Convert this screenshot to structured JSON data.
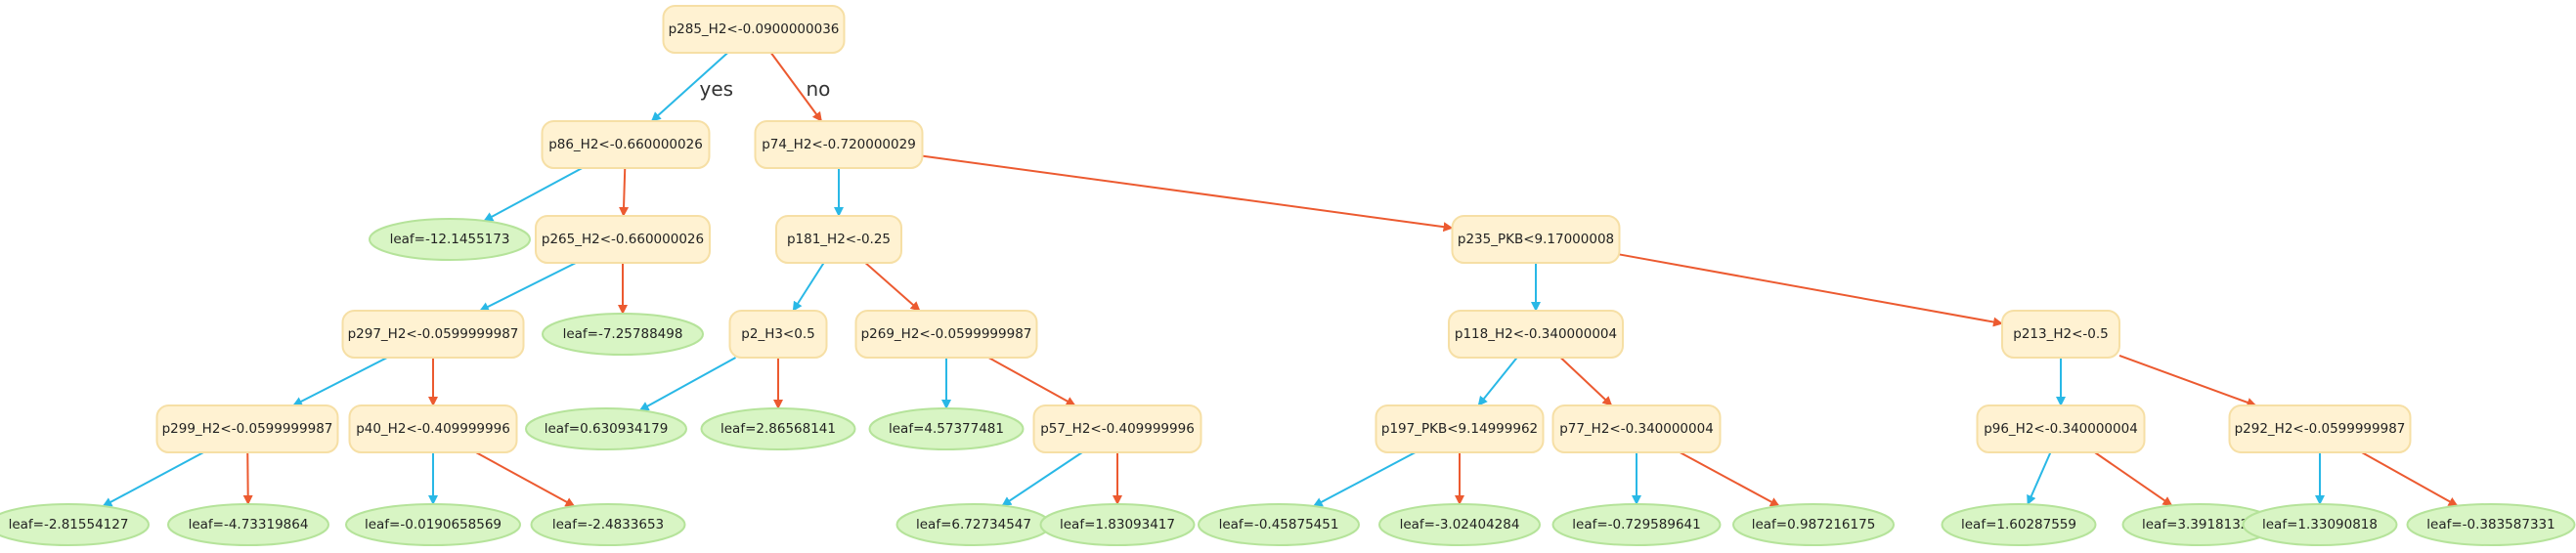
{
  "colors": {
    "yes_edge": "#29b8e6",
    "no_edge": "#ec5a30",
    "split_fill": "#fff2d2",
    "leaf_fill": "#d8f5c4"
  },
  "nodes": [
    {
      "id": "n0",
      "type": "split",
      "label": "p285_H2<-0.0900000036"
    },
    {
      "id": "n1",
      "type": "split",
      "label": "p86_H2<-0.660000026"
    },
    {
      "id": "n2",
      "type": "split",
      "label": "p74_H2<-0.720000029"
    },
    {
      "id": "n3",
      "type": "leaf",
      "label": "leaf=-12.1455173"
    },
    {
      "id": "n4",
      "type": "split",
      "label": "p265_H2<-0.660000026"
    },
    {
      "id": "n5",
      "type": "split",
      "label": "p181_H2<-0.25"
    },
    {
      "id": "n6",
      "type": "split",
      "label": "p235_PKB<9.17000008"
    },
    {
      "id": "n7",
      "type": "split",
      "label": "p297_H2<-0.0599999987"
    },
    {
      "id": "n8",
      "type": "leaf",
      "label": "leaf=-7.25788498"
    },
    {
      "id": "n9",
      "type": "split",
      "label": "p2_H3<0.5"
    },
    {
      "id": "n10",
      "type": "split",
      "label": "p269_H2<-0.0599999987"
    },
    {
      "id": "n11",
      "type": "split",
      "label": "p118_H2<-0.340000004"
    },
    {
      "id": "n12",
      "type": "split",
      "label": "p213_H2<-0.5"
    },
    {
      "id": "n13",
      "type": "split",
      "label": "p299_H2<-0.0599999987"
    },
    {
      "id": "n14",
      "type": "split",
      "label": "p40_H2<-0.409999996"
    },
    {
      "id": "n15",
      "type": "leaf",
      "label": "leaf=0.630934179"
    },
    {
      "id": "n16",
      "type": "leaf",
      "label": "leaf=2.86568141"
    },
    {
      "id": "n17",
      "type": "leaf",
      "label": "leaf=4.57377481"
    },
    {
      "id": "n18",
      "type": "split",
      "label": "p57_H2<-0.409999996"
    },
    {
      "id": "n19",
      "type": "split",
      "label": "p197_PKB<9.14999962"
    },
    {
      "id": "n20",
      "type": "split",
      "label": "p77_H2<-0.340000004"
    },
    {
      "id": "n21",
      "type": "split",
      "label": "p96_H2<-0.340000004"
    },
    {
      "id": "n22",
      "type": "split",
      "label": "p292_H2<-0.0599999987"
    },
    {
      "id": "n23",
      "type": "leaf",
      "label": "leaf=-2.81554127"
    },
    {
      "id": "n24",
      "type": "leaf",
      "label": "leaf=-4.73319864"
    },
    {
      "id": "n25",
      "type": "leaf",
      "label": "leaf=-0.0190658569"
    },
    {
      "id": "n26",
      "type": "leaf",
      "label": "leaf=-2.4833653"
    },
    {
      "id": "n27",
      "type": "leaf",
      "label": "leaf=6.72734547"
    },
    {
      "id": "n28",
      "type": "leaf",
      "label": "leaf=1.83093417"
    },
    {
      "id": "n29",
      "type": "leaf",
      "label": "leaf=-0.45875451"
    },
    {
      "id": "n30",
      "type": "leaf",
      "label": "leaf=-3.02404284"
    },
    {
      "id": "n31",
      "type": "leaf",
      "label": "leaf=-0.729589641"
    },
    {
      "id": "n32",
      "type": "leaf",
      "label": "leaf=0.987216175"
    },
    {
      "id": "n33",
      "type": "leaf",
      "label": "leaf=1.60287559"
    },
    {
      "id": "n34",
      "type": "leaf",
      "label": "leaf=3.39181328"
    },
    {
      "id": "n35",
      "type": "leaf",
      "label": "leaf=1.33090818"
    },
    {
      "id": "n36",
      "type": "leaf",
      "label": "leaf=-0.383587331"
    }
  ],
  "edges": [
    {
      "from": "n0",
      "to": "n1",
      "kind": "yes",
      "label": "yes"
    },
    {
      "from": "n0",
      "to": "n2",
      "kind": "no",
      "label": "no"
    },
    {
      "from": "n1",
      "to": "n3",
      "kind": "yes"
    },
    {
      "from": "n1",
      "to": "n4",
      "kind": "no"
    },
    {
      "from": "n2",
      "to": "n5",
      "kind": "yes"
    },
    {
      "from": "n2",
      "to": "n6",
      "kind": "no"
    },
    {
      "from": "n4",
      "to": "n7",
      "kind": "yes"
    },
    {
      "from": "n4",
      "to": "n8",
      "kind": "no"
    },
    {
      "from": "n5",
      "to": "n9",
      "kind": "yes"
    },
    {
      "from": "n5",
      "to": "n10",
      "kind": "no"
    },
    {
      "from": "n6",
      "to": "n11",
      "kind": "yes"
    },
    {
      "from": "n6",
      "to": "n12",
      "kind": "no"
    },
    {
      "from": "n7",
      "to": "n13",
      "kind": "yes"
    },
    {
      "from": "n7",
      "to": "n14",
      "kind": "no"
    },
    {
      "from": "n9",
      "to": "n15",
      "kind": "yes"
    },
    {
      "from": "n9",
      "to": "n16",
      "kind": "no"
    },
    {
      "from": "n10",
      "to": "n17",
      "kind": "yes"
    },
    {
      "from": "n10",
      "to": "n18",
      "kind": "no"
    },
    {
      "from": "n11",
      "to": "n19",
      "kind": "yes"
    },
    {
      "from": "n11",
      "to": "n20",
      "kind": "no"
    },
    {
      "from": "n12",
      "to": "n21",
      "kind": "yes"
    },
    {
      "from": "n12",
      "to": "n22",
      "kind": "no"
    },
    {
      "from": "n13",
      "to": "n23",
      "kind": "yes"
    },
    {
      "from": "n13",
      "to": "n24",
      "kind": "no"
    },
    {
      "from": "n14",
      "to": "n25",
      "kind": "yes"
    },
    {
      "from": "n14",
      "to": "n26",
      "kind": "no"
    },
    {
      "from": "n18",
      "to": "n27",
      "kind": "yes"
    },
    {
      "from": "n18",
      "to": "n28",
      "kind": "no"
    },
    {
      "from": "n19",
      "to": "n29",
      "kind": "yes"
    },
    {
      "from": "n19",
      "to": "n30",
      "kind": "no"
    },
    {
      "from": "n20",
      "to": "n31",
      "kind": "yes"
    },
    {
      "from": "n20",
      "to": "n32",
      "kind": "no"
    },
    {
      "from": "n21",
      "to": "n33",
      "kind": "yes"
    },
    {
      "from": "n21",
      "to": "n34",
      "kind": "no"
    },
    {
      "from": "n22",
      "to": "n35",
      "kind": "yes"
    },
    {
      "from": "n22",
      "to": "n36",
      "kind": "no"
    }
  ]
}
